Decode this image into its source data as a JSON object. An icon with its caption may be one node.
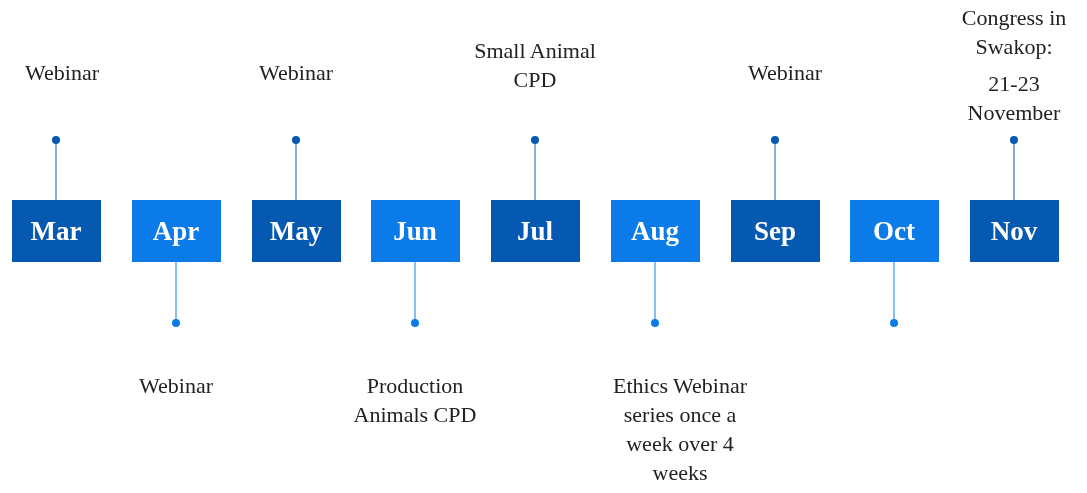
{
  "diagram": {
    "nodes": [
      {
        "text": [
          "Mar"
        ]
      },
      {
        "text": [
          "Apr"
        ]
      },
      {
        "text": [
          "May"
        ]
      },
      {
        "text": [
          "Jun"
        ]
      },
      {
        "text": [
          "Jul"
        ]
      },
      {
        "text": [
          "Aug"
        ]
      },
      {
        "text": [
          "Sep"
        ]
      },
      {
        "text": [
          "Oct"
        ]
      },
      {
        "text": [
          "Nov"
        ]
      },
      {
        "text": [
          "Webinar"
        ]
      },
      {
        "text": [
          "Webinar"
        ]
      },
      {
        "text": [
          "Small Animal CPD"
        ]
      },
      {
        "text": [
          "Webinar"
        ]
      },
      {
        "text": [
          "Congress in Swakop:",
          "21-23 November"
        ]
      },
      {
        "text": [
          "Webinar"
        ]
      },
      {
        "text": [
          "Production Animals CPD"
        ]
      },
      {
        "text": [
          "Ethics Webinar series once a week over 4 weeks"
        ]
      }
    ],
    "edges": [
      {
        "from": 0,
        "to": 9,
        "arrow": "other"
      },
      {
        "from": 2,
        "to": 10,
        "arrow": "other"
      },
      {
        "from": 4,
        "to": 11,
        "arrow": "other"
      },
      {
        "from": 6,
        "to": 12,
        "arrow": "other"
      },
      {
        "from": 8,
        "to": 13,
        "arrow": "other"
      },
      {
        "from": 1,
        "to": 14,
        "arrow": "other",
        "color": "#0a7be8"
      },
      {
        "from": 3,
        "to": 15,
        "arrow": "other",
        "color": "#0a7be8"
      },
      {
        "from": 5,
        "to": 16,
        "arrow": "other",
        "color": "#0a7be8"
      },
      {
        "from": 7,
        "to": null,
        "arrow": "other",
        "color": "#0a7be8"
      }
    ]
  }
}
